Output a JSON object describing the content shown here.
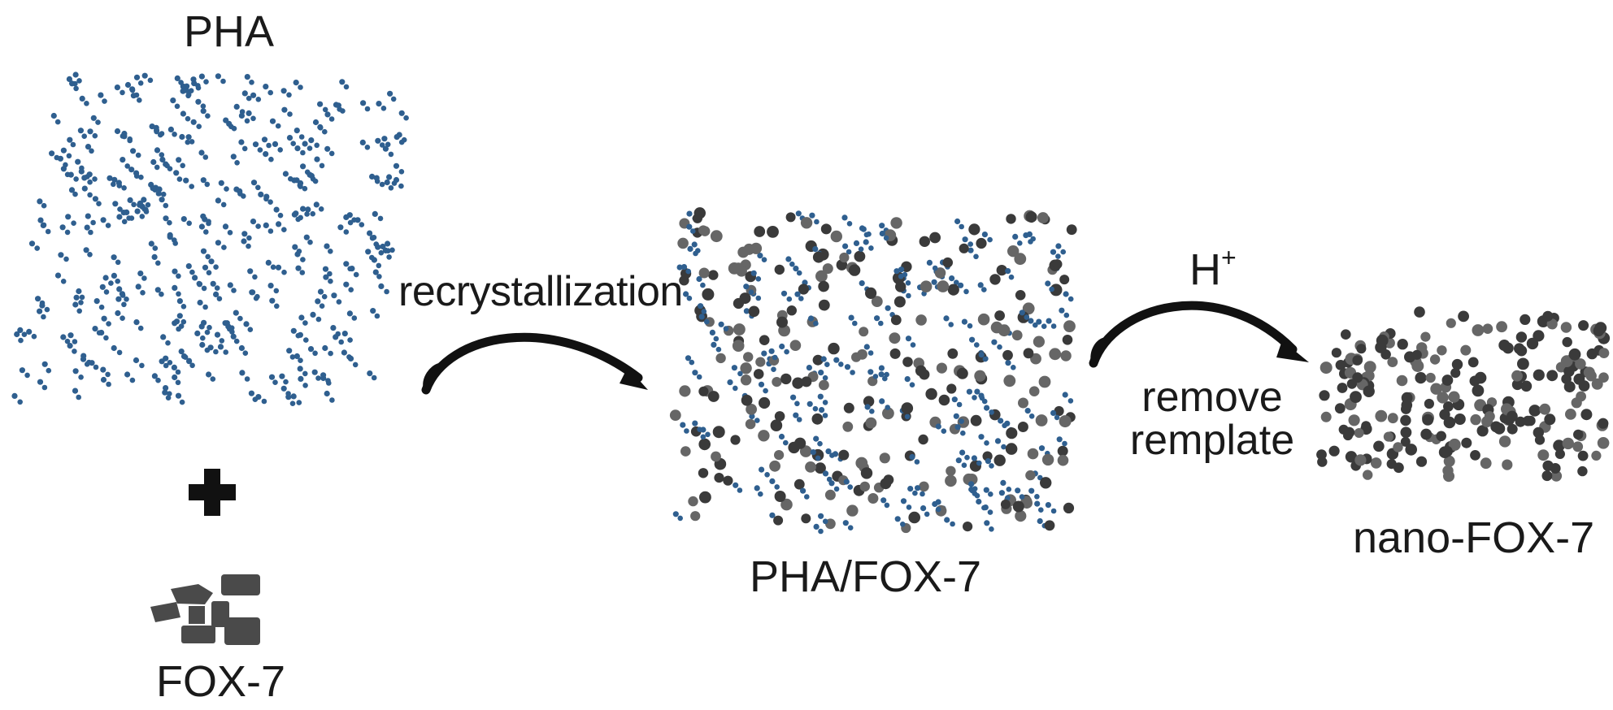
{
  "labels": {
    "pha": "PHA",
    "fox7": "FOX-7",
    "recrystallization": "recrystallization",
    "pha_fox7": "PHA/FOX-7",
    "h_plus_base": "H",
    "h_plus_sup": "+",
    "remove": "remove",
    "remplate": "remplate",
    "nano_fox7": "nano-FOX-7"
  },
  "colors": {
    "pha_particle": "#2f5f8f",
    "fox7_particle": "#3a3a3a",
    "fox7_particle_light": "#666666",
    "arrow": "#111111",
    "text": "#1a1a1a"
  },
  "icons": [
    "plus-icon",
    "curved-arrow-icon",
    "fox7-crystal-icon"
  ]
}
